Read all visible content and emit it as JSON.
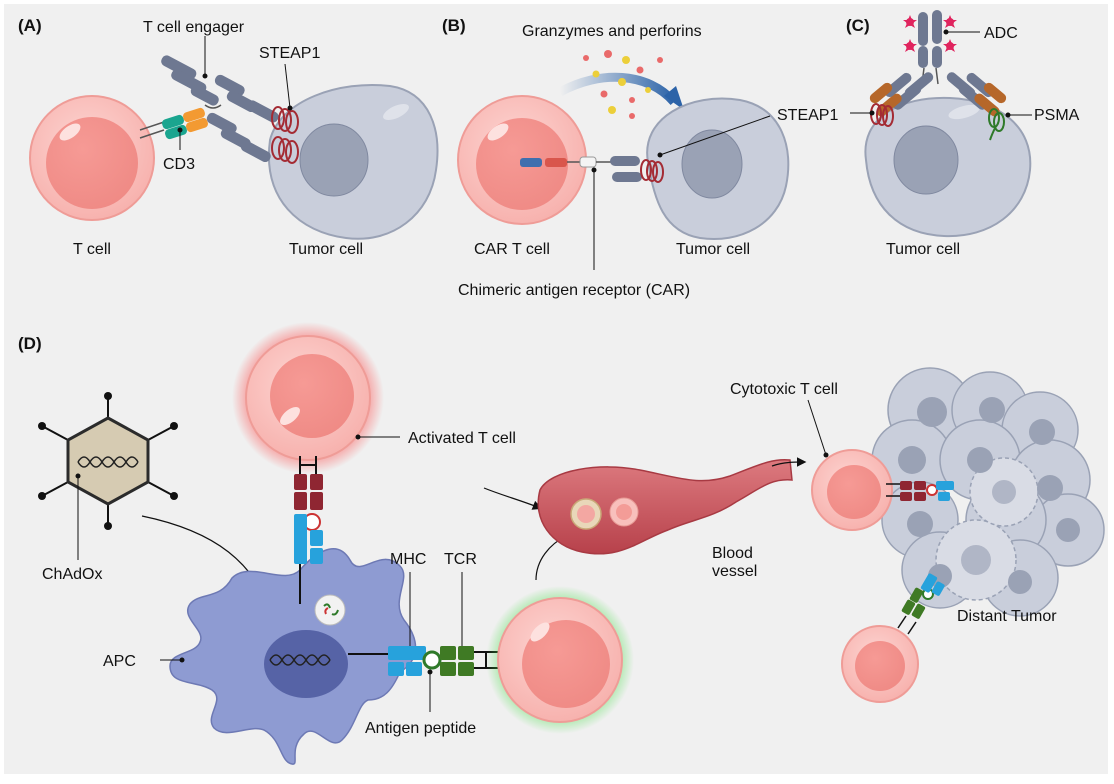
{
  "panels": {
    "a": {
      "letter": "(A)",
      "engager_label": "T cell engager",
      "steap1_label": "STEAP1",
      "cd3_label": "CD3",
      "t_cell_label": "T cell",
      "tumor_label": "Tumor cell"
    },
    "b": {
      "letter": "(B)",
      "granzymes_label": "Granzymes and perforins",
      "steap1_label": "STEAP1",
      "car_t_label": "CAR T cell",
      "tumor_label": "Tumor cell",
      "car_label": "Chimeric antigen receptor (CAR)"
    },
    "c": {
      "letter": "(C)",
      "adc_label": "ADC",
      "psma_label": "PSMA",
      "tumor_label": "Tumor cell"
    },
    "d": {
      "letter": "(D)",
      "activated_label": "Activated T cell",
      "chadox_label": "ChAdOx",
      "mhc_label": "MHC",
      "tcr_label": "TCR",
      "apc_label": "APC",
      "antigen_label": "Antigen peptide",
      "blood_label_1": "Blood",
      "blood_label_2": "vessel",
      "cytotoxic_label": "Cytotoxic T cell",
      "distant_label": "Distant Tumor"
    }
  },
  "colors": {
    "t_cell": "#f6a9a6",
    "tumor": "#c9cedb",
    "nucleus": "#9aa2b5",
    "steap1": "#a42b34",
    "mhc": "#27a2dc",
    "tcr": "#3f7a24",
    "antibody": "#6e7891",
    "adc_payload": "#e0245e",
    "apc": "#8e9bd2",
    "vessel": "#c9565f"
  }
}
